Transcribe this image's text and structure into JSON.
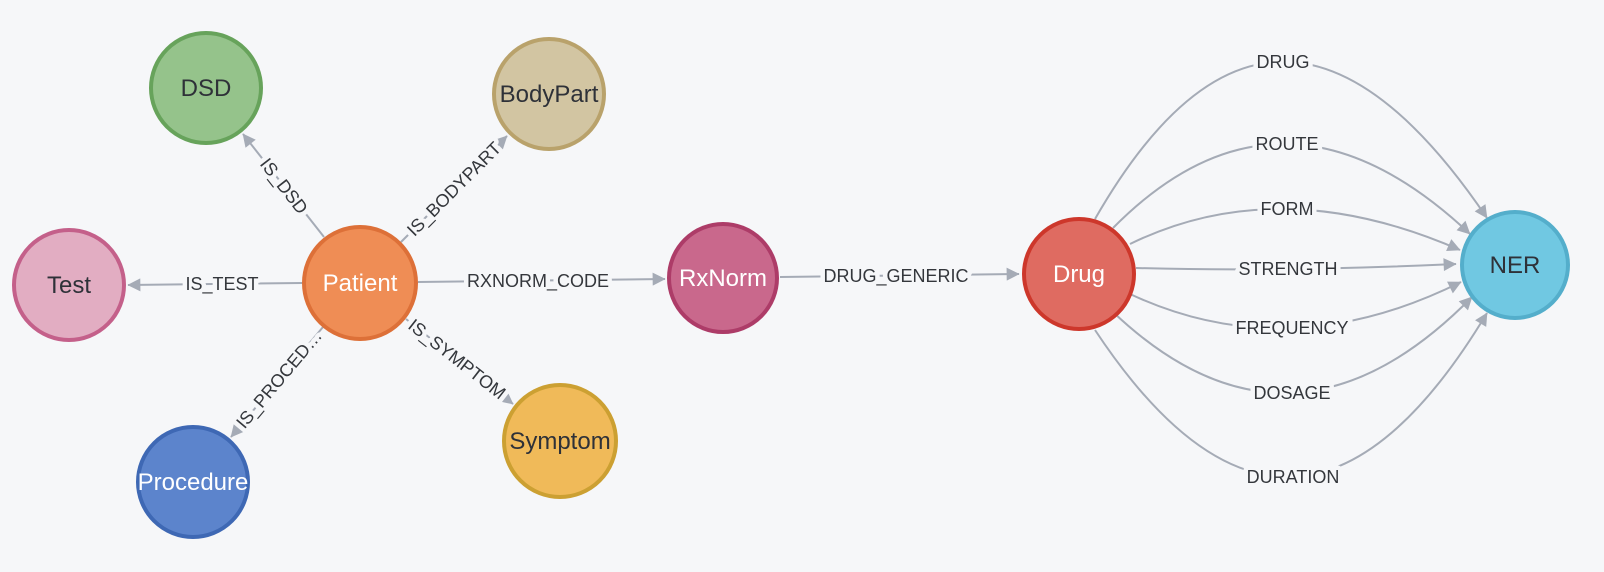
{
  "canvas": {
    "background": "#f6f7f9",
    "edge_color": "#a5abb6",
    "edge_label_color": "#34373c"
  },
  "graph": {
    "nodes": [
      {
        "id": "dsd",
        "label": "DSD",
        "fill": "#95C38B",
        "stroke": "#67A35B",
        "text_color": "#2e3138"
      },
      {
        "id": "bodypart",
        "label": "BodyPart",
        "fill": "#D2C5A2",
        "stroke": "#B9A26B",
        "text_color": "#2e3138"
      },
      {
        "id": "test",
        "label": "Test",
        "fill": "#E2ADC2",
        "stroke": "#C4608A",
        "text_color": "#2e3138"
      },
      {
        "id": "patient",
        "label": "Patient",
        "fill": "#EF8D55",
        "stroke": "#DD7038",
        "text_color": "#ffffff"
      },
      {
        "id": "procedure",
        "label": "Procedure",
        "fill": "#5C84CC",
        "stroke": "#3E68B4",
        "text_color": "#ffffff"
      },
      {
        "id": "symptom",
        "label": "Symptom",
        "fill": "#F0BA59",
        "stroke": "#CCA032",
        "text_color": "#2e3138"
      },
      {
        "id": "rxnorm",
        "label": "RxNorm",
        "fill": "#C9688C",
        "stroke": "#AD3C68",
        "text_color": "#ffffff"
      },
      {
        "id": "drug",
        "label": "Drug",
        "fill": "#DF6B61",
        "stroke": "#CD372B",
        "text_color": "#ffffff"
      },
      {
        "id": "ner",
        "label": "NER",
        "fill": "#70C8E2",
        "stroke": "#54AECB",
        "text_color": "#2e3138"
      }
    ],
    "edges": [
      {
        "label": "IS_DSD",
        "from": "Patient",
        "to": "DSD"
      },
      {
        "label": "IS_BODYPART",
        "from": "Patient",
        "to": "BodyPart"
      },
      {
        "label": "IS_TEST",
        "from": "Patient",
        "to": "Test"
      },
      {
        "label": "IS_PROCED…",
        "from": "Patient",
        "to": "Procedure"
      },
      {
        "label": "IS_SYMPTOM",
        "from": "Patient",
        "to": "Symptom"
      },
      {
        "label": "RXNORM_CODE",
        "from": "Patient",
        "to": "RxNorm"
      },
      {
        "label": "DRUG_GENERIC",
        "from": "RxNorm",
        "to": "Drug"
      },
      {
        "label": "DRUG",
        "from": "Drug",
        "to": "NER"
      },
      {
        "label": "ROUTE",
        "from": "Drug",
        "to": "NER"
      },
      {
        "label": "FORM",
        "from": "Drug",
        "to": "NER"
      },
      {
        "label": "STRENGTH",
        "from": "Drug",
        "to": "NER"
      },
      {
        "label": "FREQUENCY",
        "from": "Drug",
        "to": "NER"
      },
      {
        "label": "DOSAGE",
        "from": "Drug",
        "to": "NER"
      },
      {
        "label": "DURATION",
        "from": "Drug",
        "to": "NER"
      }
    ]
  }
}
